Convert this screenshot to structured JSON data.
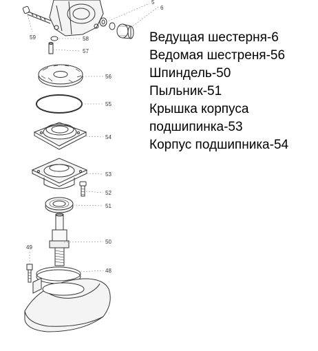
{
  "legend": {
    "lines": [
      "Ведущая шестерня-6",
      "Ведомая шестреня-56",
      "Шпиндель-50",
      "Пыльник-51",
      "Крышка корпуса",
      "подшипинка-53",
      "Корпус подшипника-54"
    ]
  },
  "part_numbers": {
    "p5": "5",
    "p6": "6",
    "p48": "48",
    "p49": "49",
    "p50": "50",
    "p51": "51",
    "p52": "52",
    "p53": "53",
    "p54": "54",
    "p55": "55",
    "p56": "56",
    "p57": "57",
    "p58": "58",
    "p59": "59"
  },
  "colors": {
    "line": "#333333",
    "leader": "#888888",
    "text": "#000000"
  }
}
